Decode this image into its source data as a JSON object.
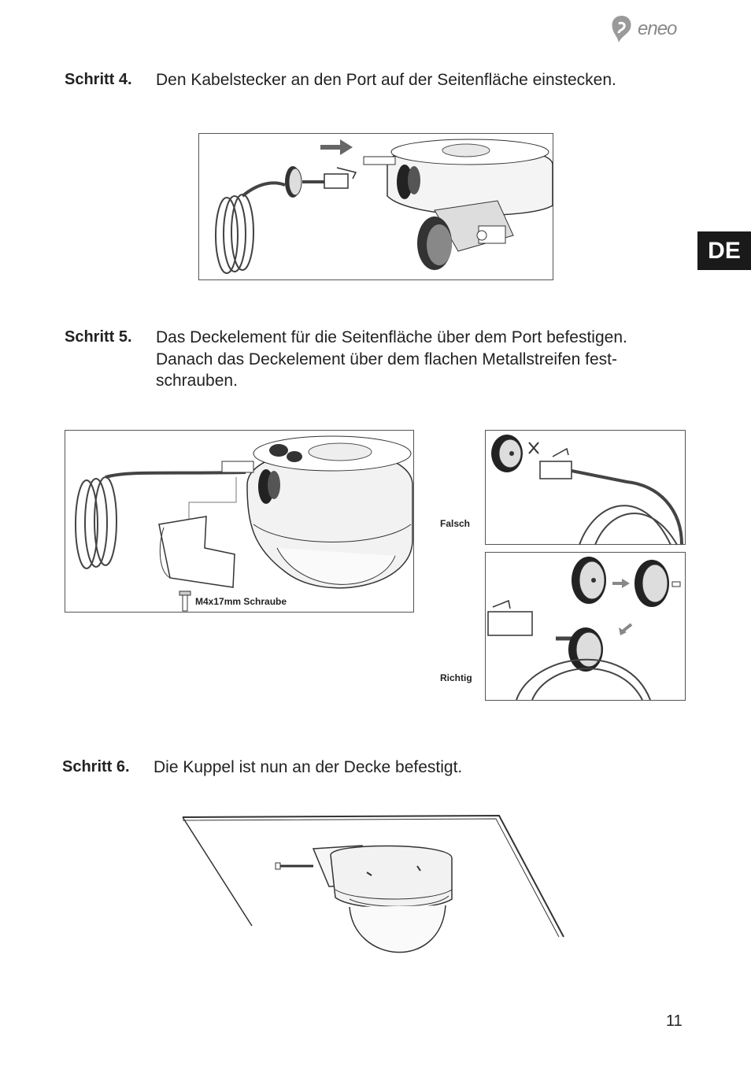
{
  "brand": {
    "name": "eneo"
  },
  "language_tab": "DE",
  "steps": [
    {
      "label": "Schritt 4.",
      "text": "Den Kabelstecker an den Port auf der Seitenfläche einstecken."
    },
    {
      "label": "Schritt 5.",
      "lines": [
        "Das Deckelement für die Seitenfläche über dem Port befestigen.",
        "Danach das Deckelement über dem flachen Metallstreifen fest-",
        "schrauben."
      ]
    },
    {
      "label": "Schritt 6.",
      "text": "Die Kuppel ist nun an der Decke befestigt."
    }
  ],
  "figures": {
    "screw_label": "M4x17mm Schraube",
    "wrong_label": "Falsch",
    "right_label": "Richtig"
  },
  "page_number": "11"
}
